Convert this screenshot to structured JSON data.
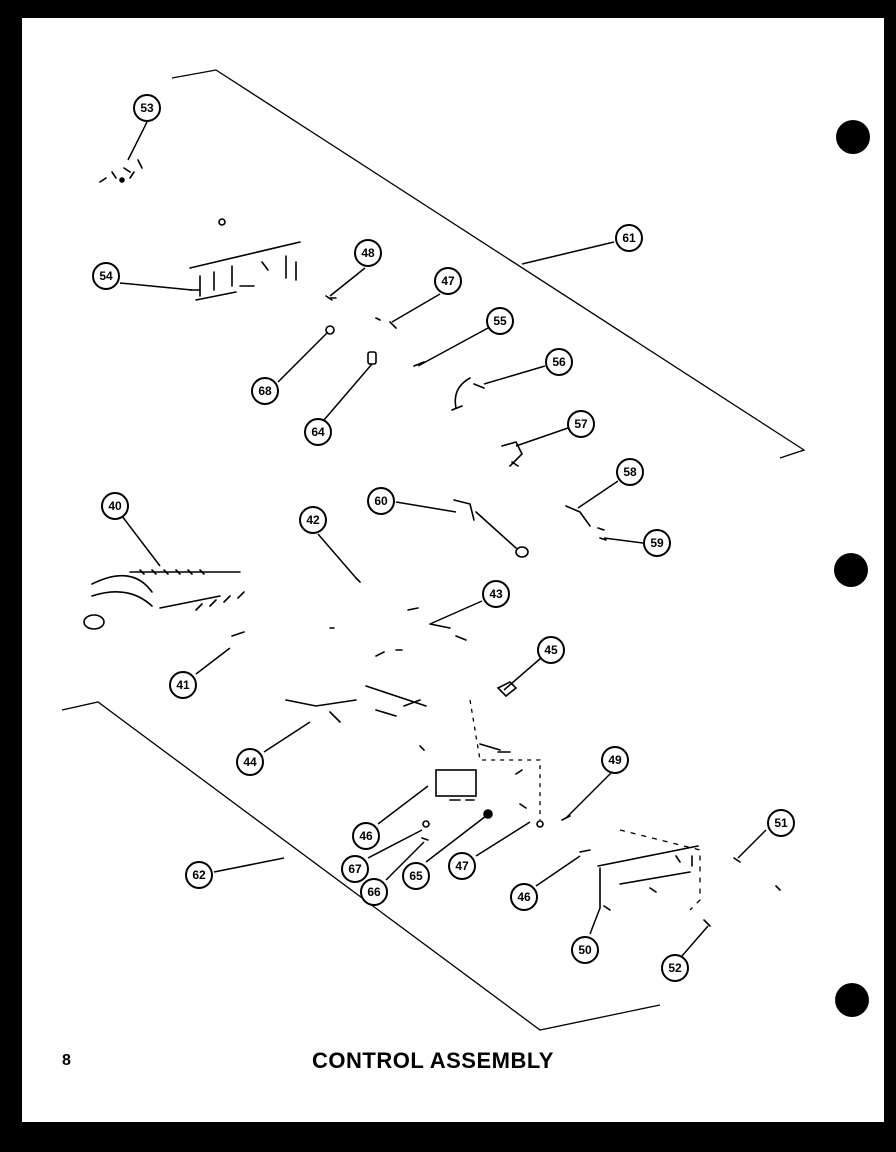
{
  "page": {
    "number": "8",
    "title": "CONTROL ASSEMBLY"
  },
  "colors": {
    "ink": "#000000",
    "paper": "#ffffff",
    "scan_border": "#000000"
  },
  "callouts": [
    {
      "id": "53",
      "label": "53"
    },
    {
      "id": "54",
      "label": "54"
    },
    {
      "id": "48a",
      "label": "48"
    },
    {
      "id": "47a",
      "label": "47"
    },
    {
      "id": "61",
      "label": "61"
    },
    {
      "id": "55",
      "label": "55"
    },
    {
      "id": "56",
      "label": "56"
    },
    {
      "id": "68",
      "label": "68"
    },
    {
      "id": "64",
      "label": "64"
    },
    {
      "id": "57",
      "label": "57"
    },
    {
      "id": "58",
      "label": "58"
    },
    {
      "id": "59",
      "label": "59"
    },
    {
      "id": "60",
      "label": "60"
    },
    {
      "id": "40",
      "label": "40"
    },
    {
      "id": "42",
      "label": "42"
    },
    {
      "id": "43",
      "label": "43"
    },
    {
      "id": "45",
      "label": "45"
    },
    {
      "id": "41",
      "label": "41"
    },
    {
      "id": "44",
      "label": "44"
    },
    {
      "id": "49",
      "label": "49"
    },
    {
      "id": "51",
      "label": "51"
    },
    {
      "id": "46a",
      "label": "46"
    },
    {
      "id": "67",
      "label": "67"
    },
    {
      "id": "66",
      "label": "66"
    },
    {
      "id": "65",
      "label": "65"
    },
    {
      "id": "47b",
      "label": "47"
    },
    {
      "id": "46b",
      "label": "46"
    },
    {
      "id": "62",
      "label": "62"
    },
    {
      "id": "50",
      "label": "50"
    },
    {
      "id": "52",
      "label": "52"
    }
  ]
}
